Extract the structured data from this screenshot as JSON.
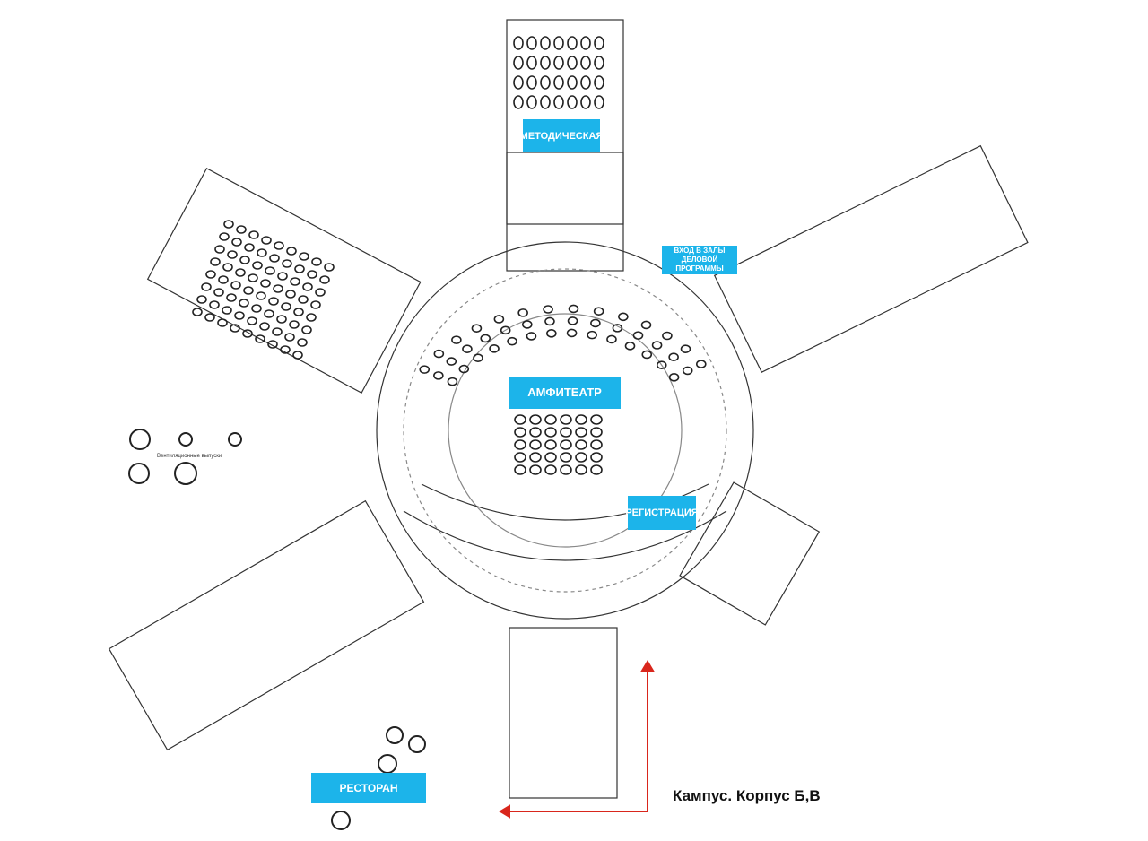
{
  "plan": {
    "caption": "Кампус. Корпус Б,В",
    "ventilation_note": "Вентиляционные выпуски",
    "zones": {
      "methodical": "МЕТОДИЧЕСКАЯ",
      "entrance": "ВХОД В ЗАЛЫ ДЕЛОВОЙ ПРОГРАММЫ",
      "amphitheater": "АМФИТЕАТР",
      "registration": "РЕГИСТРАЦИЯ",
      "restaurant": "РЕСТОРАН"
    },
    "colors": {
      "zone": "#1cb4ea",
      "arrow": "#d9261c",
      "line": "#333333"
    }
  }
}
